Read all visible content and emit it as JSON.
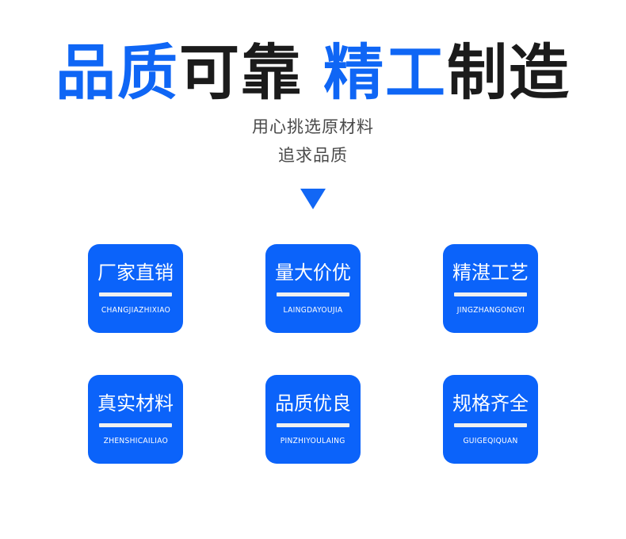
{
  "banner": {
    "background_color": "#ffffff",
    "accent_blue": "#0F66F5",
    "card_blue": "#0B63FA",
    "dark_text": "#1b1b1b",
    "sub_text_color": "#4a4a4a"
  },
  "headline": {
    "part1_blue": "品质",
    "part2_dark": "可靠",
    "part3_blue": "精工",
    "part4_dark": "制造"
  },
  "subheadline": {
    "line1": "用心挑选原材料",
    "line2": "追求品质"
  },
  "arrow": {
    "icon": "triangle-down-icon",
    "color": "#1267F5"
  },
  "cards": [
    [
      {
        "title": "厂家直销",
        "pinyin": "CHANGJIAZHIXIAO"
      },
      {
        "title": "量大价优",
        "pinyin": "LAINGDAYOUJIA"
      },
      {
        "title": "精湛工艺",
        "pinyin": "JINGZHANGONGYI"
      }
    ],
    [
      {
        "title": "真实材料",
        "pinyin": "ZHENSHICAILIAO"
      },
      {
        "title": "品质优良",
        "pinyin": "PINZHIYOULAING"
      },
      {
        "title": "规格齐全",
        "pinyin": "GUIGEQIQUAN"
      }
    ]
  ]
}
